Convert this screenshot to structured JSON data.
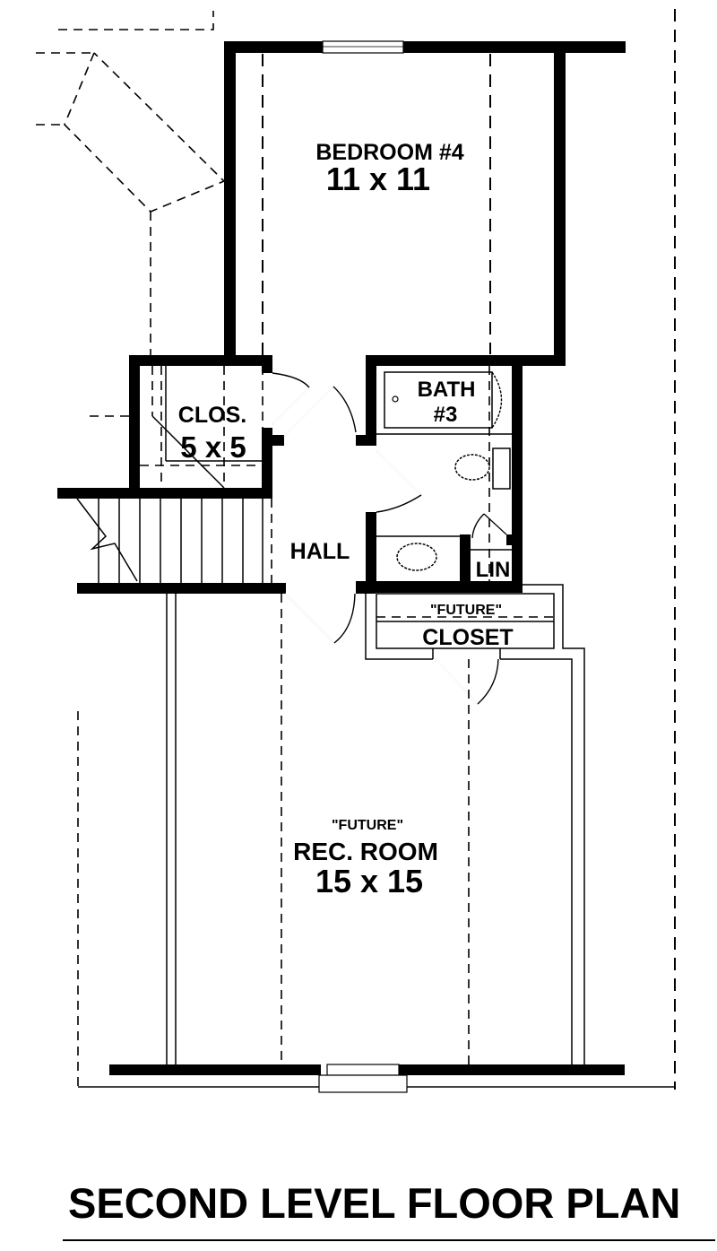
{
  "plan": {
    "title": "SECOND LEVEL FLOOR PLAN",
    "colors": {
      "ink": "#000000",
      "background": "#ffffff"
    },
    "rooms": [
      {
        "id": "bedroom4",
        "name": "BEDROOM #4",
        "size": "11 x 11"
      },
      {
        "id": "closet",
        "name": "CLOS.",
        "size": "5 x 5"
      },
      {
        "id": "bath3",
        "name": "BATH",
        "number": "#3"
      },
      {
        "id": "hall",
        "name": "HALL"
      },
      {
        "id": "linen",
        "name": "LIN"
      },
      {
        "id": "future-closet",
        "qualifier": "\"FUTURE\"",
        "name": "CLOSET"
      },
      {
        "id": "rec-room",
        "qualifier": "\"FUTURE\"",
        "name": "REC. ROOM",
        "size": "15 x 15"
      }
    ]
  }
}
